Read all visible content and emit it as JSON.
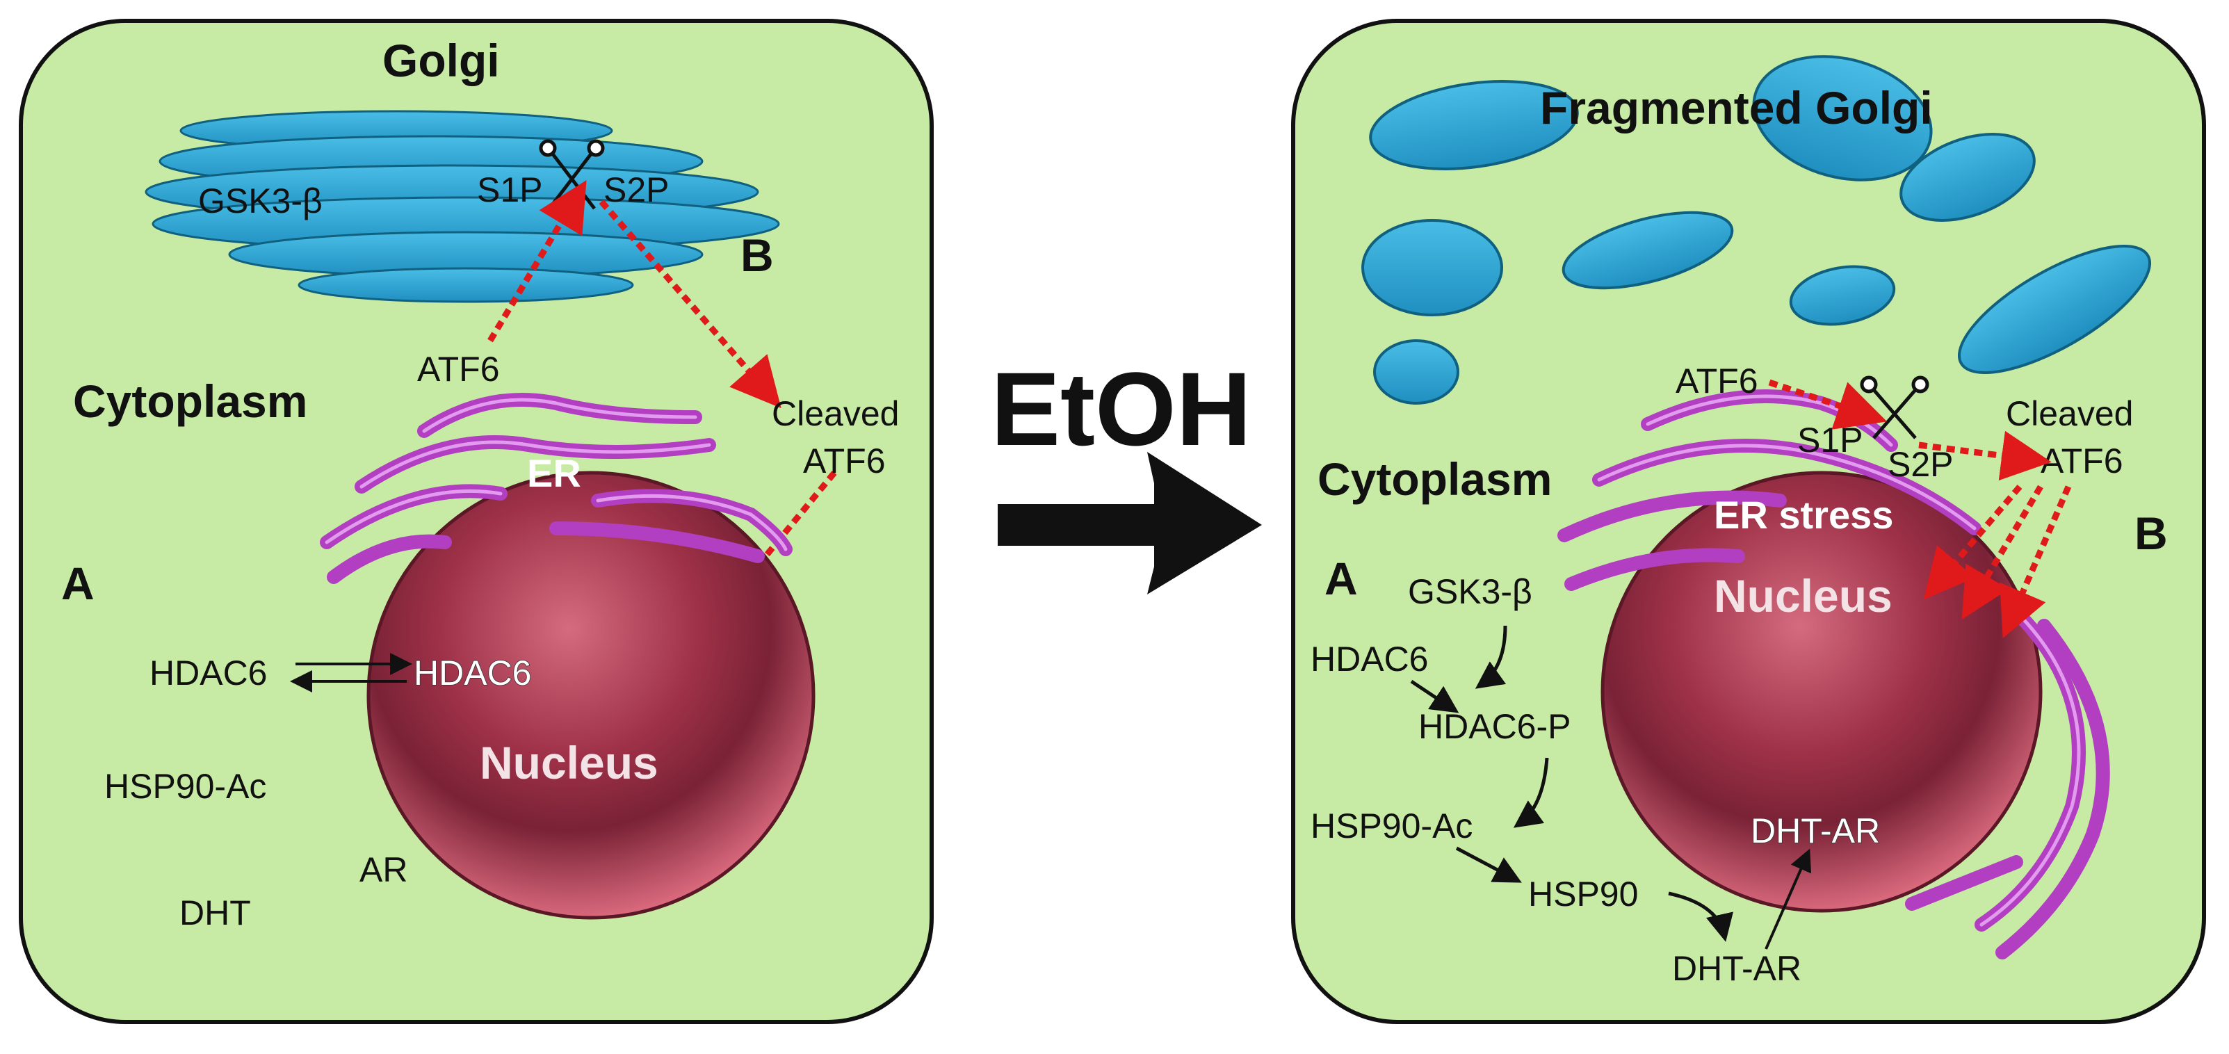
{
  "left_panel": {
    "golgi_label": "Golgi",
    "gsk3b": "GSK3-β",
    "s1p": "S1P",
    "s2p": "S2P",
    "b_label": "B",
    "atf6": "ATF6",
    "cytoplasm": "Cytoplasm",
    "cleaved": "Cleaved",
    "cleaved_atf6": "ATF6",
    "er": "ER",
    "a_label": "A",
    "hdac6_left": "HDAC6",
    "hdac6_right": "HDAC6",
    "nucleus": "Nucleus",
    "hsp90ac": "HSP90-Ac",
    "ar": "AR",
    "dht": "DHT"
  },
  "middle": {
    "treatment": "EtOH"
  },
  "right_panel": {
    "fragmented_golgi": "Fragmented Golgi",
    "atf6": "ATF6",
    "s1p": "S1P",
    "s2p": "S2P",
    "cleaved": "Cleaved",
    "cleaved_atf6": "ATF6",
    "cytoplasm": "Cytoplasm",
    "er_stress": "ER stress",
    "b_label": "B",
    "a_label": "A",
    "gsk3b": "GSK3-β",
    "nucleus": "Nucleus",
    "hdac6": "HDAC6",
    "hdac6p": "HDAC6-P",
    "hsp90ac": "HSP90-Ac",
    "hsp90": "HSP90",
    "dht_ar_nuc": "DHT-AR",
    "dht_ar": "DHT-AR"
  },
  "colors": {
    "cell_fill": "#c7eba4",
    "golgi": "#29a3d3",
    "er": "#b23fc2",
    "nucleus": "#b3475c",
    "pathway_arrow": "#e01a1a"
  }
}
